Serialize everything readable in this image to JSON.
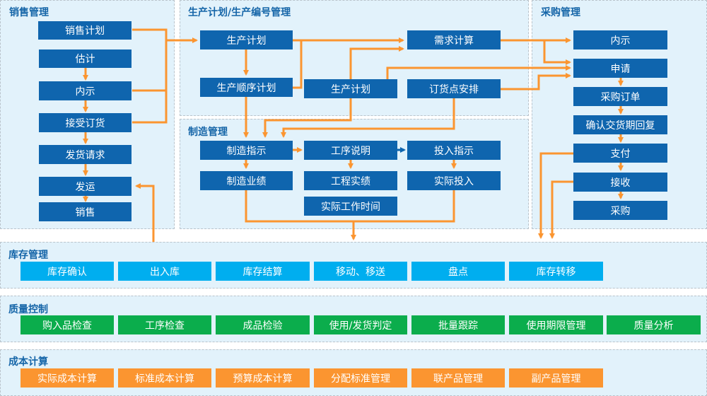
{
  "sections": {
    "sales": {
      "title": "销售管理",
      "items": [
        "销售计划",
        "估计",
        "内示",
        "接受订货",
        "发货请求",
        "发运",
        "销售"
      ]
    },
    "production_planning": {
      "title": "生产计划/生产编号管理",
      "items": [
        "生产计划",
        "生产顺序计划",
        "生产计划",
        "需求计算",
        "订货点安排"
      ]
    },
    "manufacturing": {
      "title": "制造管理",
      "items": [
        "制造指示",
        "工序说明",
        "投入指示",
        "制造业绩",
        "工程实绩",
        "实际投入",
        "实际工作时间"
      ]
    },
    "purchasing": {
      "title": "采购管理",
      "items": [
        "内示",
        "申请",
        "采购订单",
        "确认交货期回复",
        "支付",
        "接收",
        "采购"
      ]
    },
    "inventory": {
      "title": "库存管理",
      "items": [
        "库存确认",
        "出入库",
        "库存结算",
        "移动、移送",
        "盘点",
        "库存转移"
      ]
    },
    "quality": {
      "title": "质量控制",
      "items": [
        "购入品检查",
        "工序检查",
        "成品检验",
        "使用/发货判定",
        "批量跟踪",
        "使用期限管理",
        "质量分析"
      ]
    },
    "costing": {
      "title": "成本计算",
      "items": [
        "实际成本计算",
        "标准成本计算",
        "预算成本计算",
        "分配标准管理",
        "联产品管理",
        "副产品管理"
      ]
    }
  },
  "colors": {
    "panel_bg": "#e2f2fb",
    "title": "#1565a8",
    "process_box": "#0f65ae",
    "inventory_box": "#00aeef",
    "quality_box": "#0bad4c",
    "costing_box": "#fb9530",
    "connector": "#fb9530"
  }
}
